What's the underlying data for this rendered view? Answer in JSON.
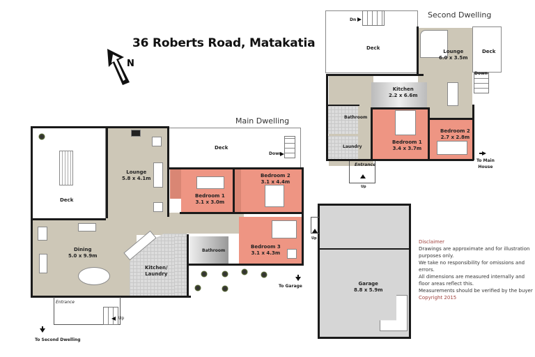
{
  "header": {
    "title": "36 Roberts Road, Matakatia",
    "compass_label": "N"
  },
  "main_dwelling": {
    "title": "Main Dwelling",
    "rooms": {
      "deck_left": {
        "name": "Deck"
      },
      "lounge": {
        "name": "Lounge",
        "dims": "5.8 x 4.1m"
      },
      "deck_top": {
        "name": "Deck"
      },
      "bedroom1": {
        "name": "Bedroom 1",
        "dims": "3.1 x 3.0m"
      },
      "bedroom2": {
        "name": "Bedroom 2",
        "dims": "3.1 x 4.4m"
      },
      "bedroom3": {
        "name": "Bedroom 3",
        "dims": "3.1 x 4.3m"
      },
      "dining": {
        "name": "Dining",
        "dims": "5.0 x 9.9m"
      },
      "kitchen": {
        "name": "Kitchen/",
        "name2": "Laundry"
      },
      "bathroom": {
        "name": "Bathroom"
      }
    },
    "labels": {
      "down": "Down",
      "entrance": "Entrance",
      "up": "Up",
      "to_garage": "To Garage",
      "to_second_dwelling": "To Second Dwelling"
    }
  },
  "second_dwelling": {
    "title": "Second Dwelling",
    "rooms": {
      "deck_main": {
        "name": "Deck"
      },
      "deck_right": {
        "name": "Deck"
      },
      "lounge": {
        "name": "Lounge",
        "dims": "6.0 x 3.5m"
      },
      "kitchen": {
        "name": "Kitchen",
        "dims": "2.2 x 6.6m"
      },
      "bathroom": {
        "name": "Bathroom"
      },
      "laundry": {
        "name": "Laundry"
      },
      "bedroom1": {
        "name": "Bedroom 1",
        "dims": "3.4 x 3.7m"
      },
      "bedroom2": {
        "name": "Bedroom 2",
        "dims": "2.7 x 2.8m"
      }
    },
    "labels": {
      "down_top": "Dn",
      "down_right": "Down",
      "entrance": "Entrance",
      "up": "Up",
      "to_main_house": "To Main",
      "to_main_house2": "House"
    }
  },
  "garage": {
    "name": "Garage",
    "dims": "8.8 x 5.9m",
    "up": "Up"
  },
  "disclaimer": {
    "heading": "Disclaimer",
    "lines": [
      "Drawings are approximate and for illustration purposes only.",
      "We take no responsibility for omissions and errors.",
      "All dimensions are measured internally and floor areas reflect this.",
      "Measurements should be verified by the buyer"
    ],
    "copyright": "Copyright 2015"
  },
  "colors": {
    "bedroom": "#ee9583",
    "living": "#cdc7b7",
    "wet_area": "#dcdcdc",
    "garage": "#d6d6d6",
    "disclaimer_accent": "#a0433e"
  }
}
